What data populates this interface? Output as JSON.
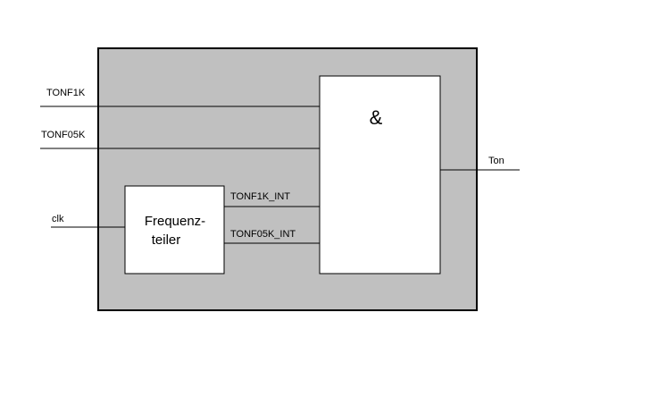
{
  "diagram": {
    "inputs": {
      "tonf1k": "TONF1K",
      "tonf05k": "TONF05K",
      "clk": "clk"
    },
    "output": "Ton",
    "and_gate": {
      "symbol": "&"
    },
    "freq_divider": {
      "line1": "Frequenz-",
      "line2": "teiler"
    },
    "internal_signals": {
      "tonf1k_int": "TONF1K_INT",
      "tonf05k_int": "TONF05K_INT"
    },
    "colors": {
      "module_fill": "#c0c0c0",
      "block_fill": "#ffffff",
      "line": "#000000"
    }
  }
}
